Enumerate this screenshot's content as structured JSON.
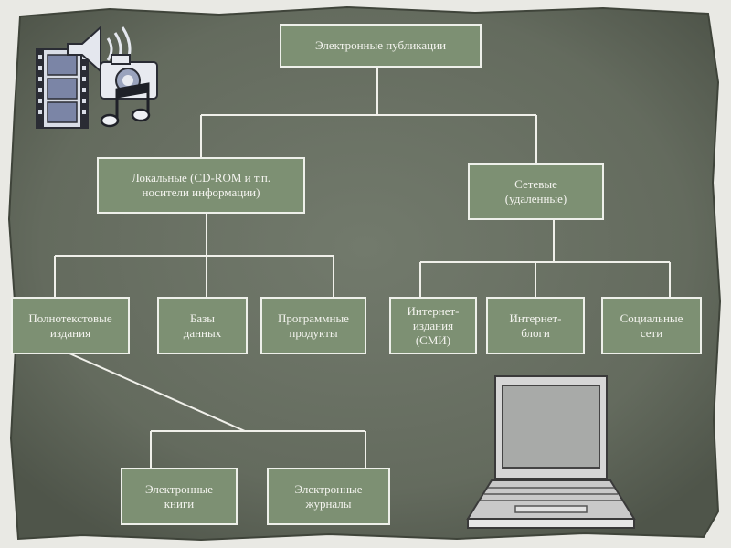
{
  "diagram": {
    "root": {
      "label": "Электронные публикации"
    },
    "local": {
      "label": "Локальные (CD-ROM и т.п.\nносители информации)"
    },
    "network": {
      "label": "Сетевые\n(удаленные)"
    },
    "fulltext": {
      "label": "Полнотекстовые\nиздания"
    },
    "databases": {
      "label": "Базы\nданных"
    },
    "software": {
      "label": "Программные\nпродукты"
    },
    "internet_media": {
      "label": "Интернет-\nиздания\n(СМИ)"
    },
    "internet_blogs": {
      "label": "Интернет-\nблоги"
    },
    "social": {
      "label": "Социальные\nсети"
    },
    "ebooks": {
      "label": "Электронные\nкниги"
    },
    "ejournals": {
      "label": "Электронные\nжурналы"
    }
  },
  "icons": {
    "media_clipart": "multimedia-icon",
    "computer": "laptop-icon"
  },
  "colors": {
    "board": "#686f62",
    "node_fill": "#7d9073",
    "node_border": "#eef0ea",
    "connector": "#f0f0ea"
  }
}
